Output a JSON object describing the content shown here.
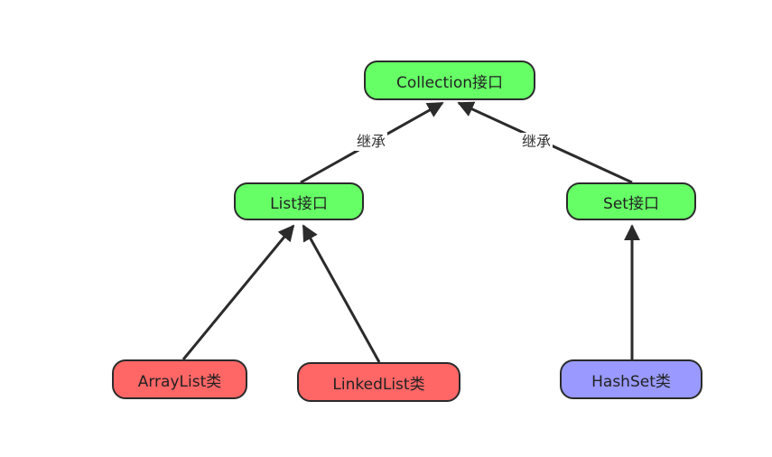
{
  "colors": {
    "interface_fill": "#66ff66",
    "list_class_fill": "#ff6666",
    "set_class_fill": "#9999ff",
    "stroke": "#2b2b2b"
  },
  "nodes": {
    "collection": {
      "label": "Collection接口"
    },
    "list": {
      "label": "List接口"
    },
    "set": {
      "label": "Set接口"
    },
    "arraylist": {
      "label": "ArrayList类"
    },
    "linkedlist": {
      "label": "LinkedList类"
    },
    "hashset": {
      "label": "HashSet类"
    }
  },
  "edges": {
    "list_to_collection": {
      "label": "继承"
    },
    "set_to_collection": {
      "label": "继承"
    }
  }
}
